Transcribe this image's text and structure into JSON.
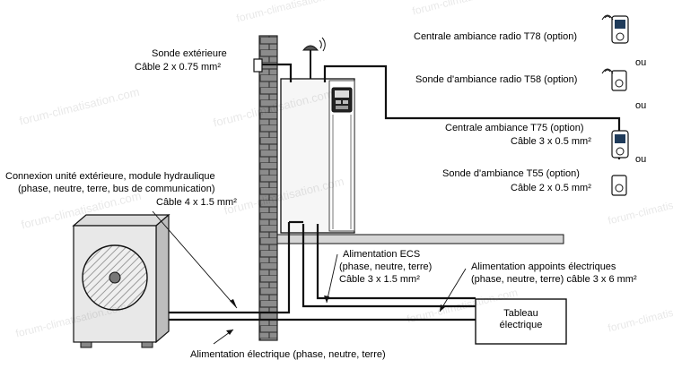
{
  "watermark": "forum-climatisation.com",
  "labels": {
    "sonde_ext_title": "Sonde extérieure",
    "sonde_ext_cable": "Câble 2 x 0.75 mm²",
    "centrale_radio": "Centrale ambiance radio T78 (option)",
    "sonde_radio": "Sonde d'ambiance radio T58 (option)",
    "or_1": "ou",
    "or_2": "ou",
    "or_3": "ou",
    "centrale_t75": "Centrale ambiance T75 (option)",
    "centrale_t75_cable": "Câble 3 x 0.5 mm²",
    "sonde_t55": "Sonde d'ambiance  T55 (option)",
    "sonde_t55_cable": "Câble 2 x 0.5 mm²",
    "connexion_line1": "Connexion unité extérieure, module hydraulique",
    "connexion_line2": "(phase, neutre, terre, bus de communication)",
    "connexion_cable": "Câble 4 x 1.5 mm²",
    "ecs_title": "Alimentation ECS",
    "ecs_detail": "(phase, neutre, terre)",
    "ecs_cable": "Câble 3 x 1.5 mm²",
    "appoints_title": "Alimentation appoints électriques",
    "appoints_detail": "(phase, neutre, terre) câble 3 x 6 mm²",
    "tableau_line1": "Tableau",
    "tableau_line2": "électrique",
    "alim_elec": "Alimentation électrique (phase, neutre, terre)"
  },
  "colors": {
    "line": "#111111",
    "brick_fill": "#8c8c8c",
    "brick_mortar": "#3a3a3a",
    "unit_face": "#f6f6f6",
    "floor": "#d6d6d6"
  }
}
